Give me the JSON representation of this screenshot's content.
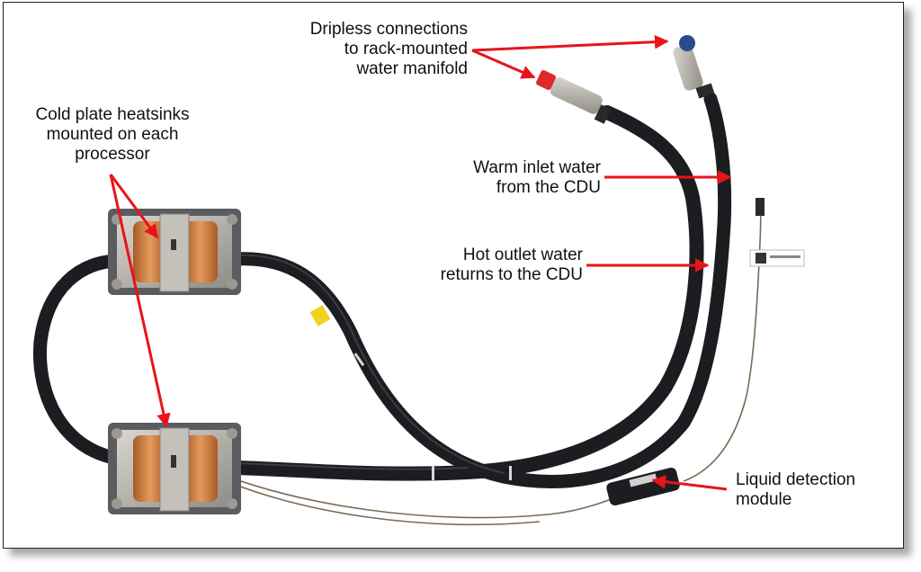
{
  "callouts": {
    "dripless": {
      "lines": [
        "Dripless connections",
        "to rack-mounted",
        "water manifold"
      ]
    },
    "cold_plate": {
      "lines": [
        "Cold plate heatsinks",
        "mounted on each",
        "processor"
      ]
    },
    "warm_inlet": {
      "lines": [
        "Warm inlet water",
        "from the CDU"
      ]
    },
    "hot_outlet": {
      "lines": [
        "Hot outlet water",
        "returns to the CDU"
      ]
    },
    "liquid_detection": {
      "lines": [
        "Liquid detection",
        "module"
      ]
    }
  },
  "colors": {
    "arrow": "#e8141b",
    "hose": "#1b1d20",
    "copper": "#c9783a",
    "steel": "#b9b6b0",
    "connector_red": "#e02a2a",
    "connector_blue": "#2b4c8c"
  }
}
